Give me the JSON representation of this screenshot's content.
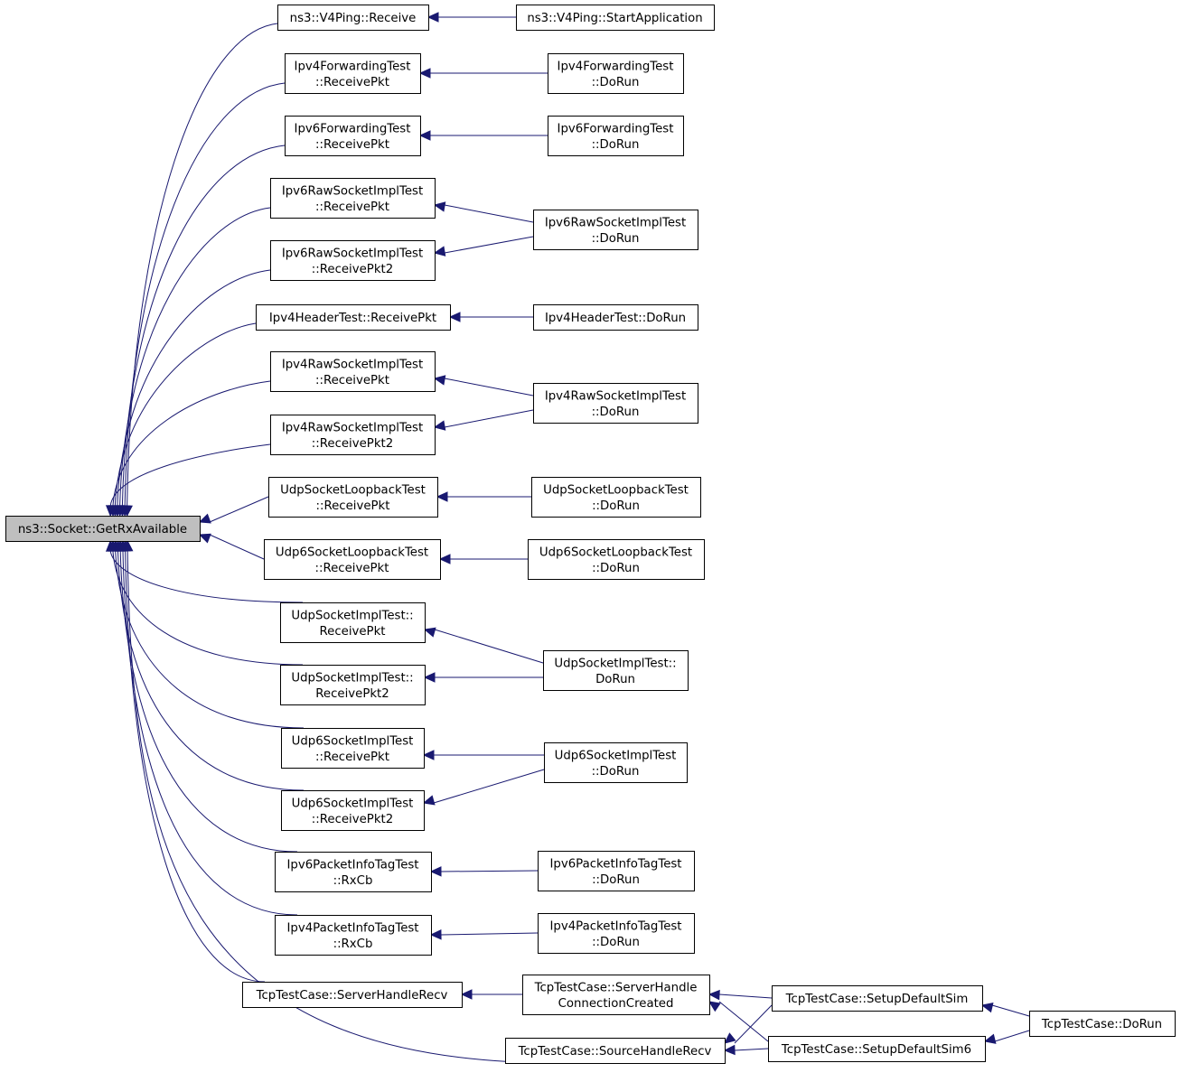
{
  "diagram": {
    "root": "n_root",
    "nodes": [
      {
        "id": "n_root",
        "lines": [
          "ns3::Socket::GetRxAvailable"
        ]
      },
      {
        "id": "n_v4ping_recv",
        "lines": [
          "ns3::V4Ping::Receive"
        ]
      },
      {
        "id": "n_v4ping_start",
        "lines": [
          "ns3::V4Ping::StartApplication"
        ]
      },
      {
        "id": "n_ipv4fwd_recv",
        "lines": [
          "Ipv4ForwardingTest",
          "::ReceivePkt"
        ]
      },
      {
        "id": "n_ipv4fwd_run",
        "lines": [
          "Ipv4ForwardingTest",
          "::DoRun"
        ]
      },
      {
        "id": "n_ipv6fwd_recv",
        "lines": [
          "Ipv6ForwardingTest",
          "::ReceivePkt"
        ]
      },
      {
        "id": "n_ipv6fwd_run",
        "lines": [
          "Ipv6ForwardingTest",
          "::DoRun"
        ]
      },
      {
        "id": "n_ipv6raw_recv",
        "lines": [
          "Ipv6RawSocketImplTest",
          "::ReceivePkt"
        ]
      },
      {
        "id": "n_ipv6raw_recv2",
        "lines": [
          "Ipv6RawSocketImplTest",
          "::ReceivePkt2"
        ]
      },
      {
        "id": "n_ipv6raw_run",
        "lines": [
          "Ipv6RawSocketImplTest",
          "::DoRun"
        ]
      },
      {
        "id": "n_ipv4hdr_recv",
        "lines": [
          "Ipv4HeaderTest::ReceivePkt"
        ]
      },
      {
        "id": "n_ipv4hdr_run",
        "lines": [
          "Ipv4HeaderTest::DoRun"
        ]
      },
      {
        "id": "n_ipv4raw_recv",
        "lines": [
          "Ipv4RawSocketImplTest",
          "::ReceivePkt"
        ]
      },
      {
        "id": "n_ipv4raw_recv2",
        "lines": [
          "Ipv4RawSocketImplTest",
          "::ReceivePkt2"
        ]
      },
      {
        "id": "n_ipv4raw_run",
        "lines": [
          "Ipv4RawSocketImplTest",
          "::DoRun"
        ]
      },
      {
        "id": "n_udploop_recv",
        "lines": [
          "UdpSocketLoopbackTest",
          "::ReceivePkt"
        ]
      },
      {
        "id": "n_udploop_run",
        "lines": [
          "UdpSocketLoopbackTest",
          "::DoRun"
        ]
      },
      {
        "id": "n_udp6loop_recv",
        "lines": [
          "Udp6SocketLoopbackTest",
          "::ReceivePkt"
        ]
      },
      {
        "id": "n_udp6loop_run",
        "lines": [
          "Udp6SocketLoopbackTest",
          "::DoRun"
        ]
      },
      {
        "id": "n_udpimpl_recv",
        "lines": [
          "UdpSocketImplTest::",
          "ReceivePkt"
        ]
      },
      {
        "id": "n_udpimpl_recv2",
        "lines": [
          "UdpSocketImplTest::",
          "ReceivePkt2"
        ]
      },
      {
        "id": "n_udpimpl_run",
        "lines": [
          "UdpSocketImplTest::",
          "DoRun"
        ]
      },
      {
        "id": "n_udp6impl_recv",
        "lines": [
          "Udp6SocketImplTest",
          "::ReceivePkt"
        ]
      },
      {
        "id": "n_udp6impl_recv2",
        "lines": [
          "Udp6SocketImplTest",
          "::ReceivePkt2"
        ]
      },
      {
        "id": "n_udp6impl_run",
        "lines": [
          "Udp6SocketImplTest",
          "::DoRun"
        ]
      },
      {
        "id": "n_ipv6pit_rxcb",
        "lines": [
          "Ipv6PacketInfoTagTest",
          "::RxCb"
        ]
      },
      {
        "id": "n_ipv6pit_run",
        "lines": [
          "Ipv6PacketInfoTagTest",
          "::DoRun"
        ]
      },
      {
        "id": "n_ipv4pit_rxcb",
        "lines": [
          "Ipv4PacketInfoTagTest",
          "::RxCb"
        ]
      },
      {
        "id": "n_ipv4pit_run",
        "lines": [
          "Ipv4PacketInfoTagTest",
          "::DoRun"
        ]
      },
      {
        "id": "n_tcp_srvrecv",
        "lines": [
          "TcpTestCase::ServerHandleRecv"
        ]
      },
      {
        "id": "n_tcp_srvconn",
        "lines": [
          "TcpTestCase::ServerHandle",
          "ConnectionCreated"
        ]
      },
      {
        "id": "n_tcp_setup",
        "lines": [
          "TcpTestCase::SetupDefaultSim"
        ]
      },
      {
        "id": "n_tcp_setup6",
        "lines": [
          "TcpTestCase::SetupDefaultSim6"
        ]
      },
      {
        "id": "n_tcp_run",
        "lines": [
          "TcpTestCase::DoRun"
        ]
      },
      {
        "id": "n_tcp_srcrecv",
        "lines": [
          "TcpTestCase::SourceHandleRecv"
        ]
      }
    ],
    "edges": [
      {
        "from": "n_v4ping_recv",
        "to": "n_root"
      },
      {
        "from": "n_ipv4fwd_recv",
        "to": "n_root"
      },
      {
        "from": "n_ipv6fwd_recv",
        "to": "n_root"
      },
      {
        "from": "n_ipv6raw_recv",
        "to": "n_root"
      },
      {
        "from": "n_ipv6raw_recv2",
        "to": "n_root"
      },
      {
        "from": "n_ipv4hdr_recv",
        "to": "n_root"
      },
      {
        "from": "n_ipv4raw_recv",
        "to": "n_root"
      },
      {
        "from": "n_ipv4raw_recv2",
        "to": "n_root"
      },
      {
        "from": "n_udploop_recv",
        "to": "n_root"
      },
      {
        "from": "n_udp6loop_recv",
        "to": "n_root"
      },
      {
        "from": "n_udpimpl_recv",
        "to": "n_root"
      },
      {
        "from": "n_udpimpl_recv2",
        "to": "n_root"
      },
      {
        "from": "n_udp6impl_recv",
        "to": "n_root"
      },
      {
        "from": "n_udp6impl_recv2",
        "to": "n_root"
      },
      {
        "from": "n_ipv6pit_rxcb",
        "to": "n_root"
      },
      {
        "from": "n_ipv4pit_rxcb",
        "to": "n_root"
      },
      {
        "from": "n_tcp_srvrecv",
        "to": "n_root"
      },
      {
        "from": "n_tcp_srcrecv",
        "to": "n_root"
      },
      {
        "from": "n_v4ping_start",
        "to": "n_v4ping_recv"
      },
      {
        "from": "n_ipv4fwd_run",
        "to": "n_ipv4fwd_recv"
      },
      {
        "from": "n_ipv6fwd_run",
        "to": "n_ipv6fwd_recv"
      },
      {
        "from": "n_ipv6raw_run",
        "to": "n_ipv6raw_recv"
      },
      {
        "from": "n_ipv6raw_run",
        "to": "n_ipv6raw_recv2"
      },
      {
        "from": "n_ipv4hdr_run",
        "to": "n_ipv4hdr_recv"
      },
      {
        "from": "n_ipv4raw_run",
        "to": "n_ipv4raw_recv"
      },
      {
        "from": "n_ipv4raw_run",
        "to": "n_ipv4raw_recv2"
      },
      {
        "from": "n_udploop_run",
        "to": "n_udploop_recv"
      },
      {
        "from": "n_udp6loop_run",
        "to": "n_udp6loop_recv"
      },
      {
        "from": "n_udpimpl_run",
        "to": "n_udpimpl_recv"
      },
      {
        "from": "n_udpimpl_run",
        "to": "n_udpimpl_recv2"
      },
      {
        "from": "n_udp6impl_run",
        "to": "n_udp6impl_recv"
      },
      {
        "from": "n_udp6impl_run",
        "to": "n_udp6impl_recv2"
      },
      {
        "from": "n_ipv6pit_run",
        "to": "n_ipv6pit_rxcb"
      },
      {
        "from": "n_ipv4pit_run",
        "to": "n_ipv4pit_rxcb"
      },
      {
        "from": "n_tcp_srvconn",
        "to": "n_tcp_srvrecv"
      },
      {
        "from": "n_tcp_setup",
        "to": "n_tcp_srvconn"
      },
      {
        "from": "n_tcp_setup6",
        "to": "n_tcp_srvconn"
      },
      {
        "from": "n_tcp_setup",
        "to": "n_tcp_srcrecv"
      },
      {
        "from": "n_tcp_setup6",
        "to": "n_tcp_srcrecv"
      },
      {
        "from": "n_tcp_run",
        "to": "n_tcp_setup"
      },
      {
        "from": "n_tcp_run",
        "to": "n_tcp_setup6"
      }
    ],
    "colors": {
      "edge": "#191970",
      "root_fill": "#bfbfbf",
      "node_fill": "#ffffff",
      "border": "#000000"
    }
  }
}
